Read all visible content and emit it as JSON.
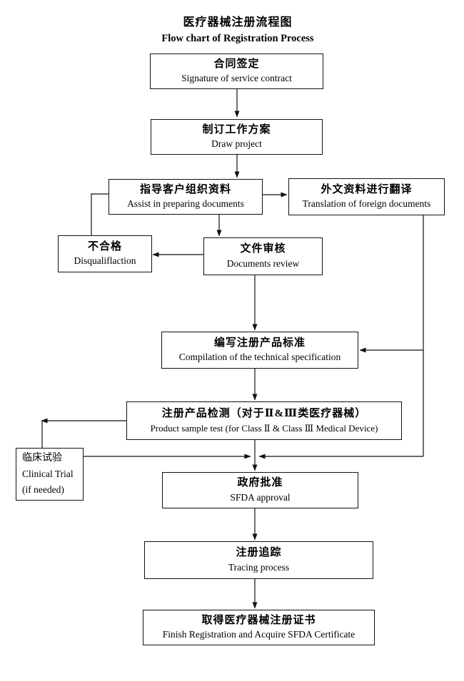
{
  "title": {
    "zh": "医疗器械注册流程图",
    "en": "Flow chart of Registration Process"
  },
  "nodes": {
    "contract": {
      "zh": "合同签定",
      "en": "Signature of service contract"
    },
    "project": {
      "zh": "制订工作方案",
      "en": "Draw project"
    },
    "assist": {
      "zh": "指导客户组织资料",
      "en": "Assist in preparing documents"
    },
    "translation": {
      "zh": "外文资料进行翻译",
      "en": "Translation of foreign documents"
    },
    "disqualification": {
      "zh": "不合格",
      "en": "Disqualiflaction"
    },
    "review": {
      "zh": "文件审核",
      "en": "Documents review"
    },
    "compilation": {
      "zh": "编写注册产品标准",
      "en": "Compilation of the technical specification"
    },
    "sample_test": {
      "zh": "注册产品检测（对于Ⅱ&Ⅲ类医疗器械）",
      "en": "Product sample test (for Class Ⅱ & Class Ⅲ Medical Device)"
    },
    "clinical": {
      "zh": "临床试验",
      "en": "Clinical Trial",
      "note": "(if needed)"
    },
    "approval": {
      "zh": "政府批准",
      "en": "SFDA approval"
    },
    "tracing": {
      "zh": "注册追踪",
      "en": "Tracing process"
    },
    "certificate": {
      "zh": "取得医疗器械注册证书",
      "en": "Finish Registration and Acquire SFDA Certificate"
    }
  },
  "edges": [
    {
      "from": "contract",
      "to": "project"
    },
    {
      "from": "project",
      "to": "assist"
    },
    {
      "from": "assist",
      "to": "translation"
    },
    {
      "from": "disqualification",
      "to": "assist"
    },
    {
      "from": "assist",
      "to": "review"
    },
    {
      "from": "review",
      "to": "disqualification"
    },
    {
      "from": "review",
      "to": "compilation"
    },
    {
      "from": "translation",
      "to": "compilation"
    },
    {
      "from": "compilation",
      "to": "sample_test"
    },
    {
      "from": "sample_test",
      "to": "clinical"
    },
    {
      "from": "clinical",
      "to": "approval"
    },
    {
      "from": "translation",
      "to": "approval"
    },
    {
      "from": "sample_test",
      "to": "approval"
    },
    {
      "from": "approval",
      "to": "tracing"
    },
    {
      "from": "tracing",
      "to": "certificate"
    }
  ],
  "colors": {
    "line": "#111111",
    "background": "#ffffff",
    "text": "#000000"
  }
}
